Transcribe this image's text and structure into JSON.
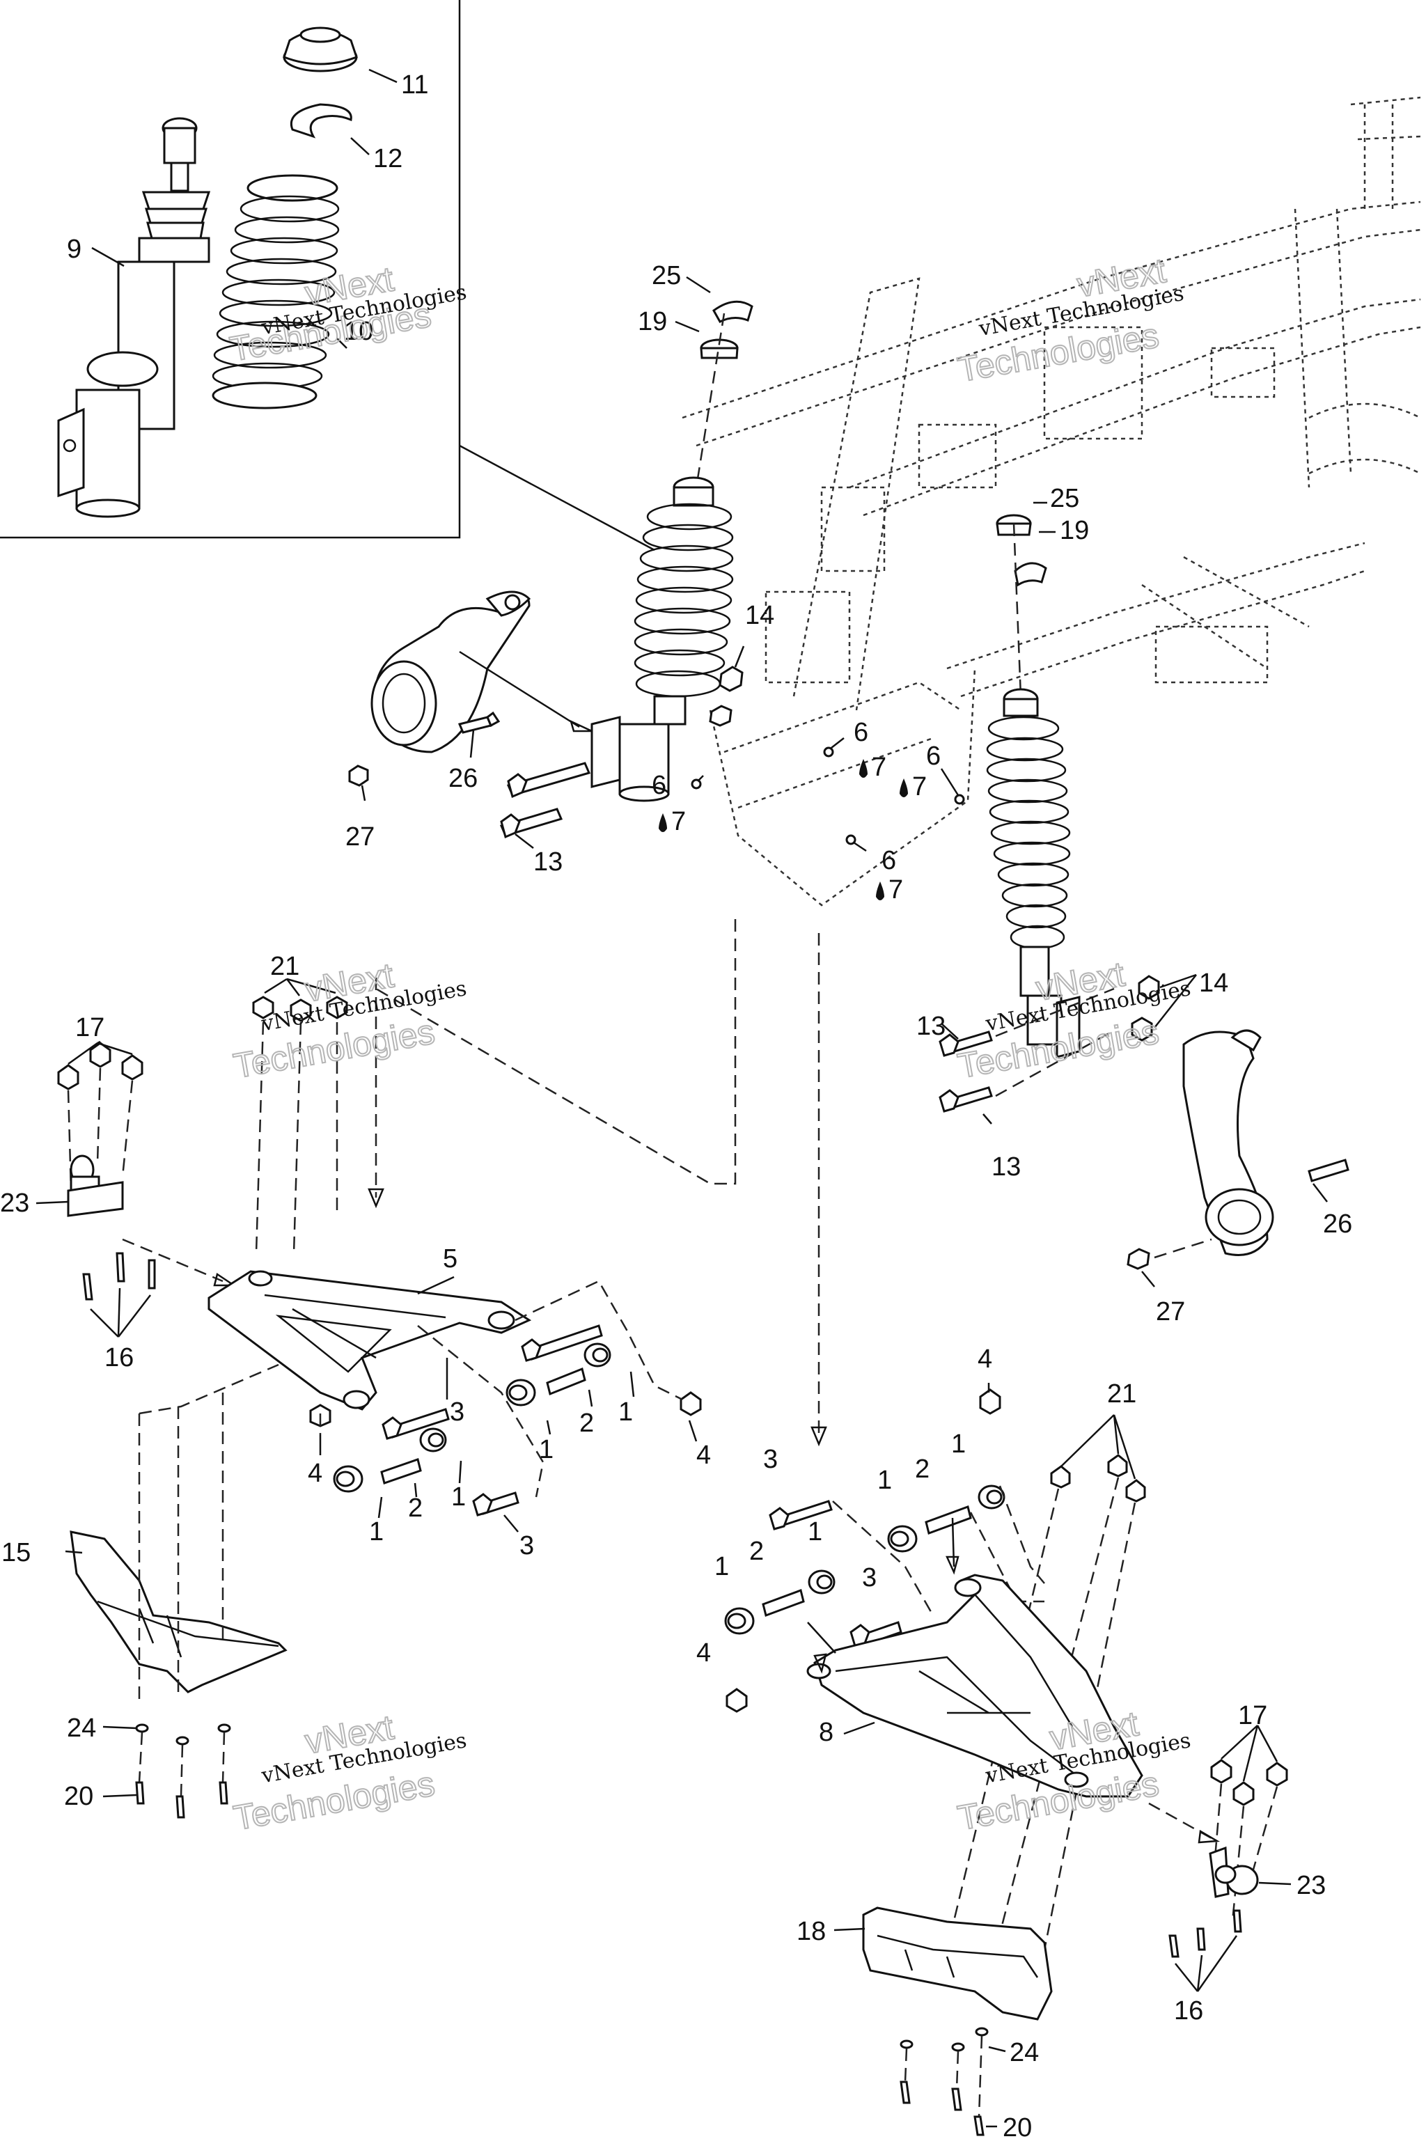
{
  "watermark": {
    "line1": "vNext",
    "line2": "Technologies",
    "full": "vNext Technologies"
  },
  "callouts": {
    "c11": "11",
    "c12": "12",
    "c9": "9",
    "c10": "10",
    "c25a": "25",
    "c19a": "19",
    "c25b": "25",
    "c19b": "19",
    "c14a": "14",
    "c26a": "26",
    "c27a": "27",
    "c13a": "13",
    "c6a": "6",
    "c7a": "7",
    "c6b": "6",
    "c7b": "7",
    "c6c": "6",
    "c7c": "7",
    "c6d": "6",
    "c7d": "7",
    "c21a": "21",
    "c17a": "17",
    "c23a": "23",
    "c16a": "16",
    "c5": "5",
    "c3a": "3",
    "c1a": "1",
    "c2a": "2",
    "c1b": "1",
    "c4a": "4",
    "c4b": "4",
    "c1c": "1",
    "c2b": "2",
    "c1d": "1",
    "c3b": "3",
    "c15": "15",
    "c24a": "24",
    "c20a": "20",
    "c14b": "14",
    "c13b": "13",
    "c13c": "13",
    "c26b": "26",
    "c27b": "27",
    "c4c": "4",
    "c21b": "21",
    "c3c": "3",
    "c1e": "1",
    "c2c": "2",
    "c1f": "1",
    "c1g": "1",
    "c2d": "2",
    "c1h": "1",
    "c3d": "3",
    "c4d": "4",
    "c8": "8",
    "c17b": "17",
    "c23b": "23",
    "c16b": "16",
    "c18": "18",
    "c24b": "24",
    "c20b": "20"
  }
}
